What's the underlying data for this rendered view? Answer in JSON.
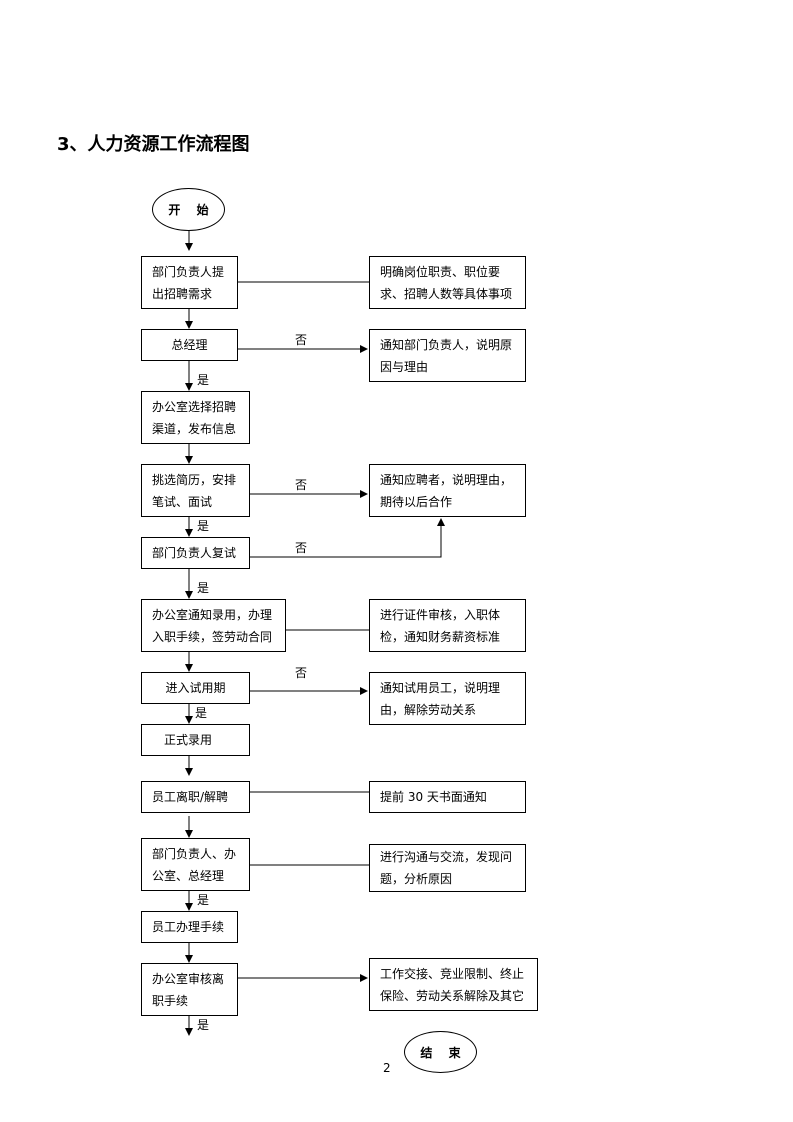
{
  "title": "3、人力资源工作流程图",
  "start": "开 始",
  "end": "结 束",
  "steps": [
    "部门负责人提出招聘需求",
    "总经理",
    "办公室选择招聘渠道，发布信息",
    "挑选简历，安排笔试、面试",
    "部门负责人复试",
    "办公室通知录用，办理入职手续，签劳动合同",
    "进入试用期",
    "正式录用",
    "员工离职/解聘",
    "部门负责人、办公室、总经理",
    "员工办理手续",
    "办公室审核离职手续"
  ],
  "notes": [
    "明确岗位职责、职位要求、招聘人数等具体事项",
    "通知部门负责人，说明原因与理由",
    "通知应聘者，说明理由，期待以后合作",
    "进行证件审核，入职体检，通知财务薪资标准",
    "通知试用员工，说明理由，解除劳动关系",
    "提前 30 天书面通知",
    "进行沟通与交流，发现问题，分析原因",
    "工作交接、竞业限制、终止保险、劳动关系解除及其它"
  ],
  "labels": {
    "yes": "是",
    "no": "否"
  },
  "page_number": "2"
}
